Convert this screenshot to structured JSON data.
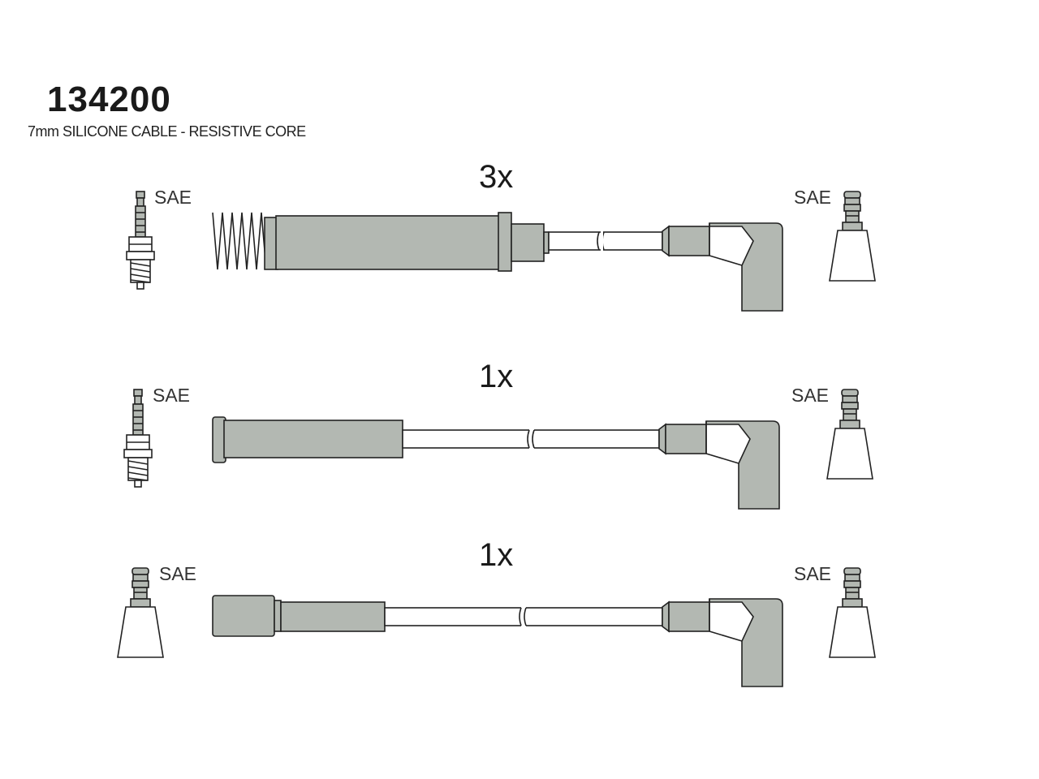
{
  "header": {
    "part_number": "134200",
    "subtitle": "7mm SILICONE CABLE - RESISTIVE CORE"
  },
  "colors": {
    "fill": "#b3b8b2",
    "stroke": "#222222"
  },
  "cables": [
    {
      "quantity": "3x",
      "left_label": "SAE",
      "right_label": "SAE",
      "left_terminal": "spark-plug",
      "left_boot": "spring-tube",
      "right_terminal": "coil-socket",
      "right_boot": "angled"
    },
    {
      "quantity": "1x",
      "left_label": "SAE",
      "right_label": "SAE",
      "left_terminal": "spark-plug",
      "left_boot": "straight",
      "right_terminal": "coil-socket",
      "right_boot": "angled"
    },
    {
      "quantity": "1x",
      "left_label": "SAE",
      "right_label": "SAE",
      "left_terminal": "coil-socket",
      "left_boot": "stepped",
      "right_terminal": "coil-socket",
      "right_boot": "angled"
    }
  ]
}
